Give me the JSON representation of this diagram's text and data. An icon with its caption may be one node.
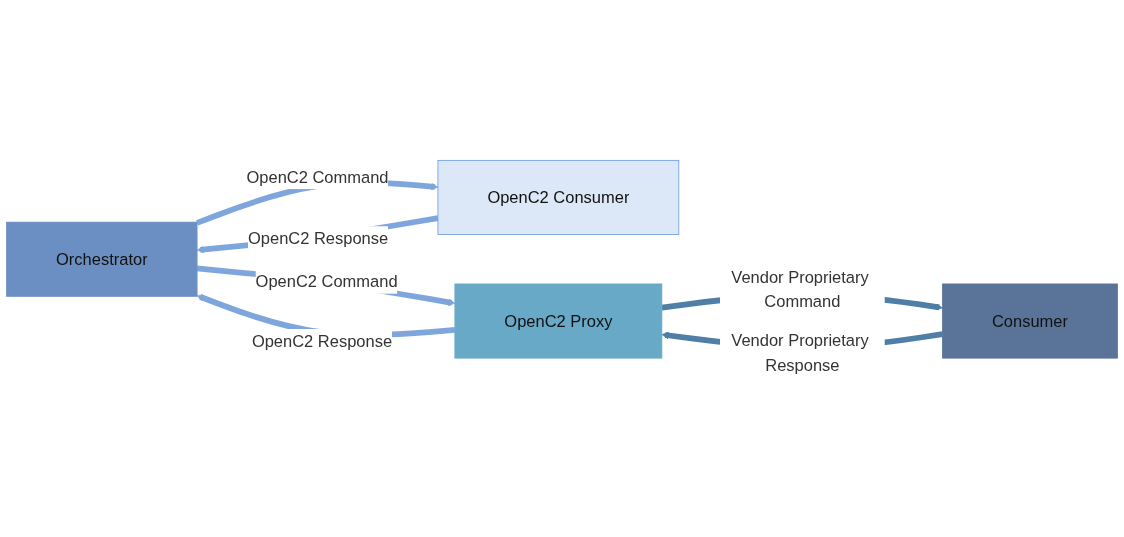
{
  "diagram": {
    "nodes": [
      {
        "text": [
          "Orchestrator"
        ]
      },
      {
        "text": [
          "OpenC2 Consumer"
        ]
      },
      {
        "text": [
          "OpenC2 Proxy"
        ]
      },
      {
        "text": [
          "Consumer"
        ]
      }
    ],
    "edges": [
      {
        "from": 0,
        "to": 1,
        "arrow": "to",
        "label": "OpenC2 Command"
      },
      {
        "from": 1,
        "to": 0,
        "arrow": "to",
        "label": "OpenC2 Response"
      },
      {
        "from": 0,
        "to": 2,
        "arrow": "to",
        "label": "OpenC2 Command"
      },
      {
        "from": 2,
        "to": 0,
        "arrow": "to",
        "label": "OpenC2 Response"
      },
      {
        "from": 2,
        "to": 3,
        "arrow": "to",
        "label": "Vendor Proprietary Command",
        "color": "#4f7fa6"
      },
      {
        "from": 3,
        "to": 2,
        "arrow": "to",
        "label": "Vendor Proprietary Response",
        "color": "#4f7fa6"
      }
    ]
  }
}
